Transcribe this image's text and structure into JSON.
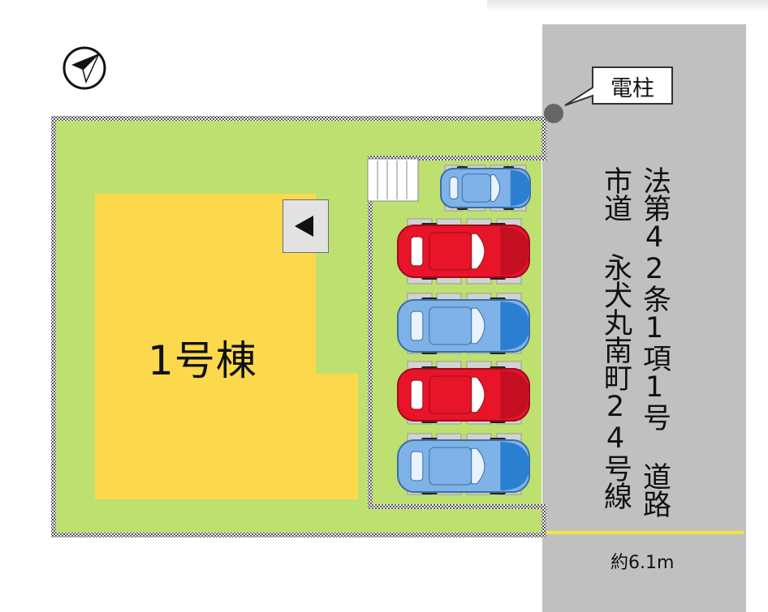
{
  "compass": {
    "icon": "north-arrow-icon"
  },
  "building": {
    "label": "1号棟"
  },
  "utility_pole": {
    "label": "電柱"
  },
  "road": {
    "name_line1": "法第42条1項1号 道路",
    "name_line2": "市道 永犬丸南町24号線",
    "width_label": "約6.1m"
  },
  "parking": {
    "cars": [
      {
        "color": "blue",
        "size": "small"
      },
      {
        "color": "red",
        "size": "large"
      },
      {
        "color": "blue",
        "size": "large"
      },
      {
        "color": "red",
        "size": "large"
      },
      {
        "color": "blue",
        "size": "large"
      }
    ]
  },
  "colors": {
    "lot_green": "#bde070",
    "building_yellow": "#fcd94c",
    "road_gray": "#c0c0c0",
    "road_line_yellow": "#f1e63c",
    "car_red": "#e8142a",
    "car_blue": "#7fb2e6",
    "pole_gray": "#666666"
  }
}
